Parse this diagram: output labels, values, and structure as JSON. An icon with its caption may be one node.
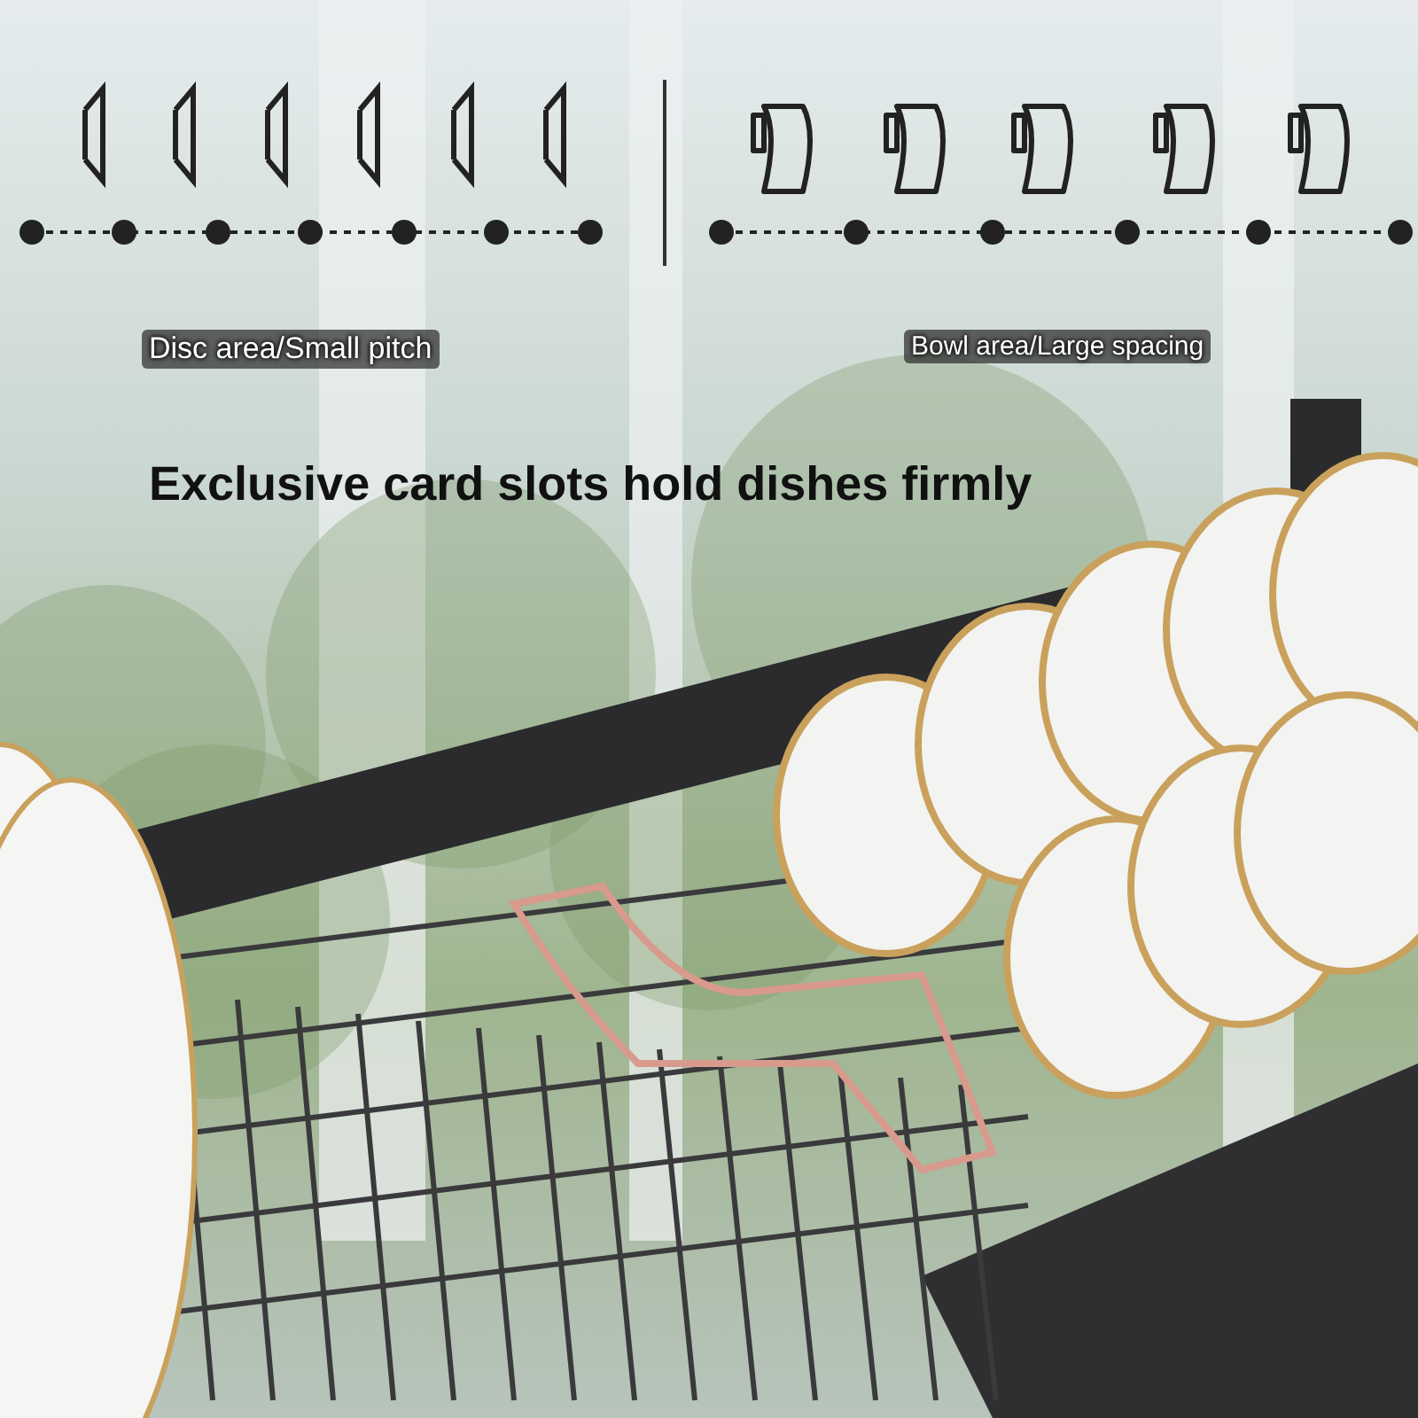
{
  "diagram": {
    "labels": [
      "Disc area/Small pitch",
      "Bowl area/Large spacing",
      "Exclusive card slots hold dishes firmly"
    ]
  }
}
